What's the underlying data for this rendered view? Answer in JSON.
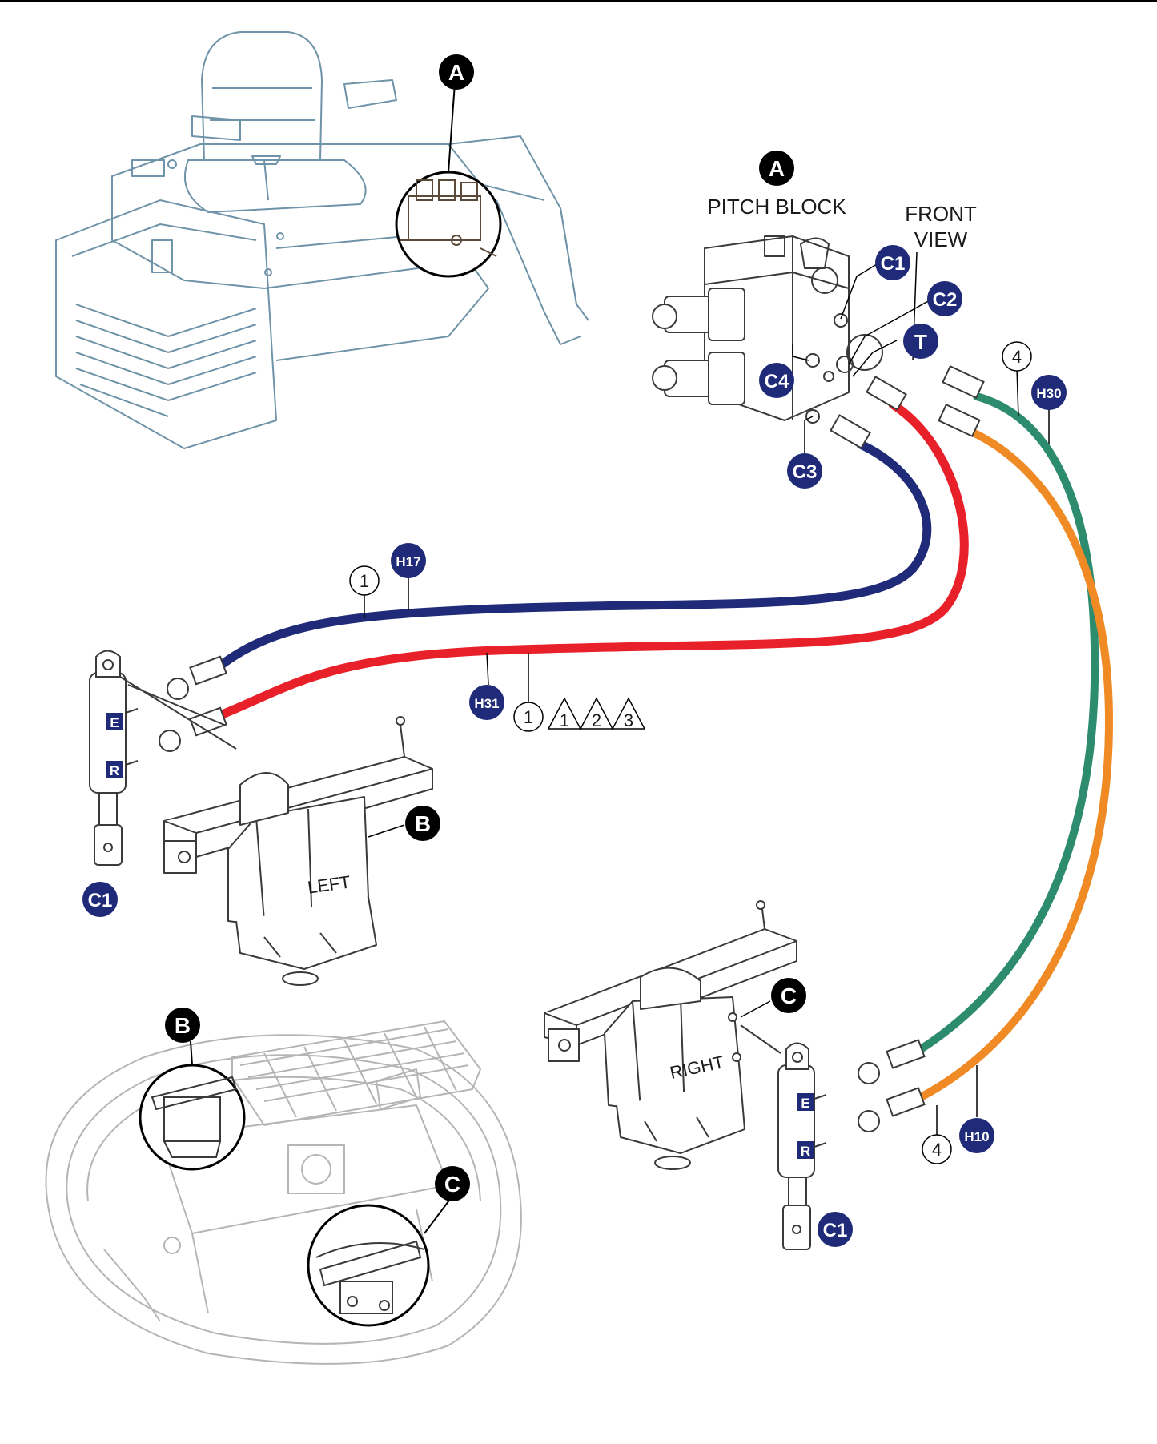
{
  "colors": {
    "navy": "#1f2a78",
    "red": "#e8202a",
    "green": "#2e8c6e",
    "orange": "#f08a24",
    "machine_outline": "#6f93a8",
    "line_art": "#3a3a3a",
    "light_art": "#b5b5b5"
  },
  "labels": {
    "pitch_block_title": "PITCH BLOCK",
    "front_view_line1": "FRONT",
    "front_view_line2": "VIEW",
    "left_gearbox": "LEFT",
    "right_gearbox": "RIGHT"
  },
  "callouts": {
    "a_top": "A",
    "a_block": "A",
    "b_left": "B",
    "b_bottom": "B",
    "c_right": "C",
    "c_bottom": "C"
  },
  "ports": {
    "c1": "C1",
    "c2": "C2",
    "t": "T",
    "c4": "C4",
    "c3": "C3",
    "c1_left_cyl": "C1",
    "c1_right_cyl": "C1"
  },
  "hoses": {
    "h17": "H17",
    "h31": "H31",
    "h30": "H30",
    "h10": "H10"
  },
  "items": {
    "item1_a": "1",
    "item1_b": "1",
    "item4_a": "4",
    "item4_b": "4",
    "tri1": "1",
    "tri2": "2",
    "tri3": "3"
  },
  "cylinder_ports": {
    "left_e": "E",
    "left_r": "R",
    "right_e": "E",
    "right_r": "R"
  },
  "icons": [
    "machine-illustration",
    "pitch-block-valve",
    "hydraulic-cylinder",
    "gearbox",
    "trowel-frame"
  ]
}
